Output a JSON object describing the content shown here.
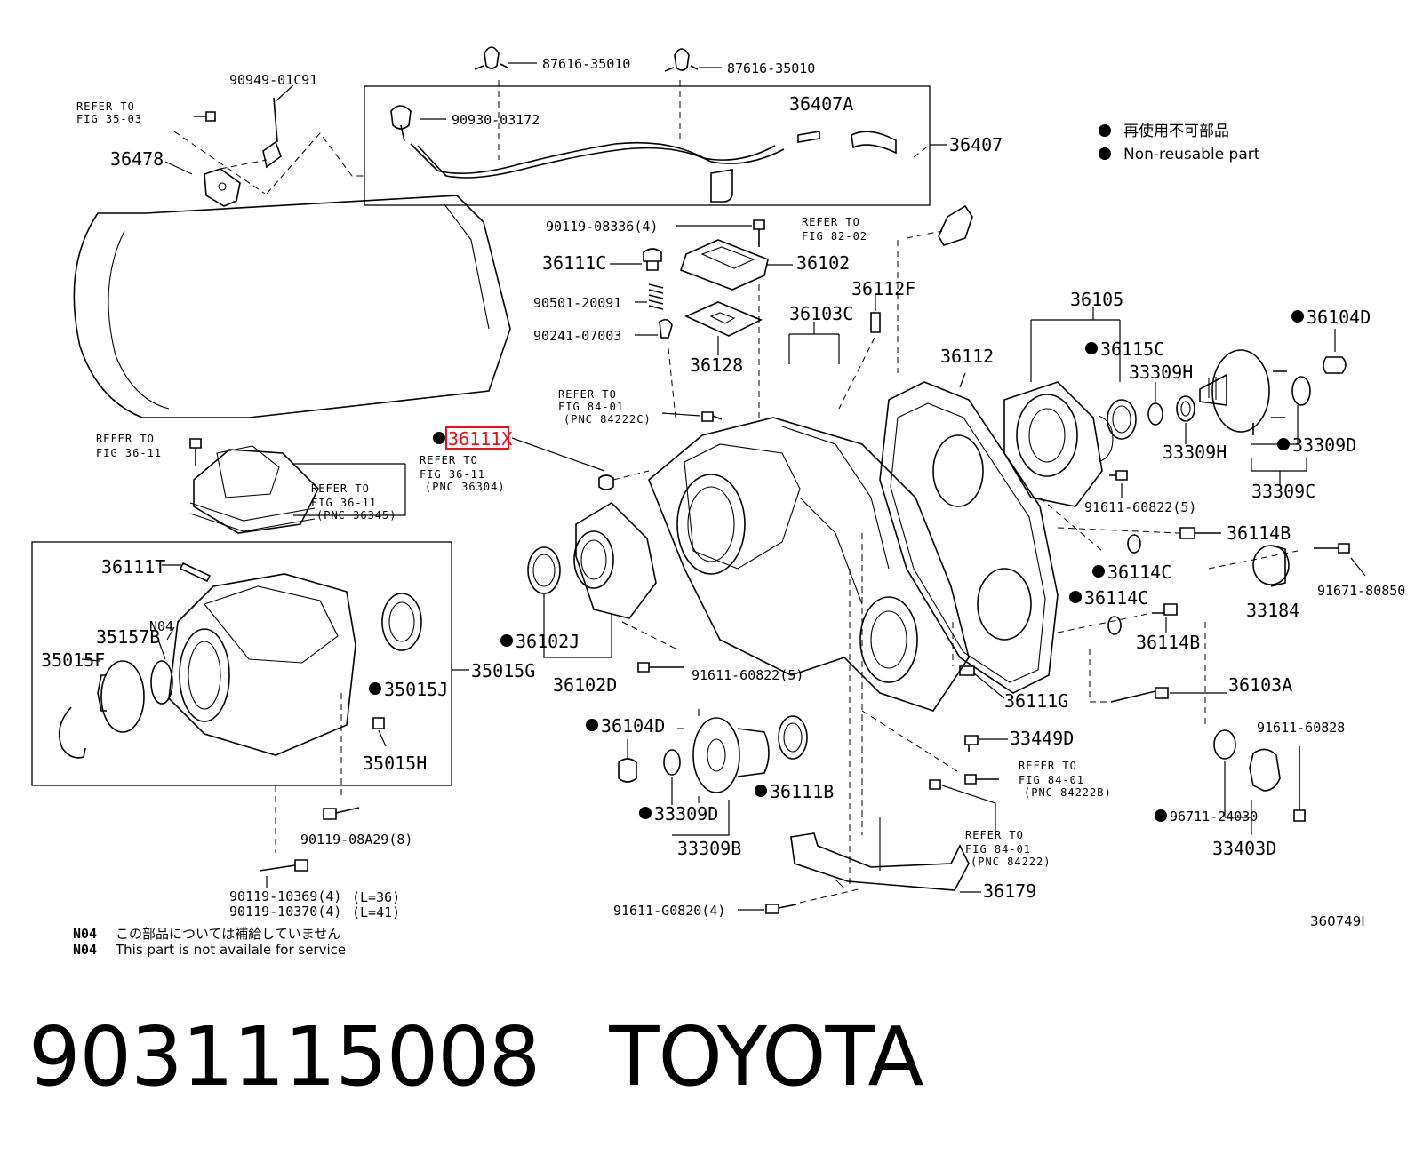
{
  "legend": {
    "nonreusable_ja": "再使用不可部品",
    "nonreusable_en": "Non-reusable part"
  },
  "figure_id": "360749I",
  "notes": {
    "code": "N04",
    "ja": "この部品については補給していません",
    "en": "This part is not availale for service"
  },
  "refs": {
    "fig3503": [
      "REFER TO",
      "FIG 35-03"
    ],
    "fig8202": [
      "REFER TO",
      "FIG 82-02"
    ],
    "fig8401_c": [
      "REFER TO",
      "FIG 84-01",
      "(PNC 84222C)"
    ],
    "fig3611_a": [
      "REFER TO",
      "FIG 36-11"
    ],
    "fig3611_b": [
      "REFER TO",
      "FIG 36-11",
      "(PNC 36304)"
    ],
    "fig3611_c": [
      "REFER TO",
      "FIG 36-11",
      "(PNC 36345)"
    ],
    "fig8401_b": [
      "REFER TO",
      "FIG 84-01",
      "(PNC 84222B)"
    ],
    "fig8401": [
      "REFER TO",
      "FIG 84-01",
      "(PNC 84222)"
    ]
  },
  "labels": {
    "p87616a": "87616-35010",
    "p87616b": "87616-35010",
    "p90949": "90949-01C91",
    "p90930": "90930-03172",
    "p36407A": "36407A",
    "p36407": "36407",
    "p36478": "36478",
    "p90119_08336": "90119-08336(4)",
    "p36111C": "36111C",
    "p36102": "36102",
    "p90501": "90501-20091",
    "p90241": "90241-07003",
    "p36128": "36128",
    "p36112F": "36112F",
    "p36103C": "36103C",
    "p36105": "36105",
    "p36104D_r": "36104D",
    "p36115C": "36115C",
    "p36112": "36112",
    "p33309H_a": "33309H",
    "p33309H_b": "33309H",
    "p33309D_r": "33309D",
    "p33309C": "33309C",
    "p36111X": "36111X",
    "p91611_60822_a": "91611-60822(5)",
    "p36114B_a": "36114B",
    "p36114C_a": "36114C",
    "p91671": "91671-80850",
    "p36114C_b": "36114C",
    "p33184": "33184",
    "p36114B_b": "36114B",
    "p36111T": "36111T",
    "pN04": "N04",
    "p35157B": "35157B",
    "p35015F": "35015F",
    "p35015G": "35015G",
    "p35015J": "35015J",
    "p35015H": "35015H",
    "p36102J": "36102J",
    "p36102D": "36102D",
    "p91611_60822_b": "91611-60822(5)",
    "p36111G": "36111G",
    "p36103A": "36103A",
    "p36104D_l": "36104D",
    "p33449D": "33449D",
    "p91611_60828": "91611-60828",
    "p36111B": "36111B",
    "p33309D_l": "33309D",
    "p33309B": "33309B",
    "p96711": "96711-24030",
    "p33403D": "33403D",
    "p90119_08A29": "90119-08A29(8)",
    "p90119_10369": "90119-10369(4)",
    "p90119_10370": "90119-10370(4)",
    "pL36": "(L=36)",
    "pL41": "(L=41)",
    "p91611_G0820": "91611-G0820(4)",
    "p36179": "36179"
  },
  "footer": {
    "part_number": "9031115008",
    "brand": "TOYOTA"
  },
  "highlight_color": "#e0141e"
}
